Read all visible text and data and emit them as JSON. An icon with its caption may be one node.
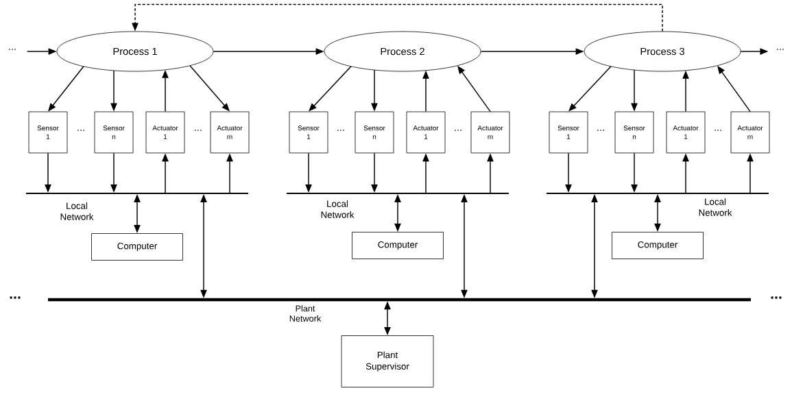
{
  "diagram": {
    "nodes": [
      {
        "text": [
          "Process 1"
        ]
      },
      {
        "text": [
          "Sensor 1"
        ]
      },
      {
        "text": [
          "Sensor n"
        ]
      },
      {
        "text": [
          "Actuator 1"
        ]
      },
      {
        "text": [
          "Actuator m"
        ]
      },
      {
        "text": [],
        "shape": "bar",
        "beside": [
          "Local Network"
        ]
      },
      {
        "text": [
          "Computer"
        ]
      },
      {
        "text": [
          "Process 2"
        ]
      },
      {
        "text": [
          "Sensor 1"
        ]
      },
      {
        "text": [
          "Sensor n"
        ]
      },
      {
        "text": [
          "Actuator 1"
        ]
      },
      {
        "text": [
          "Actuator m"
        ]
      },
      {
        "text": [],
        "shape": "bar",
        "beside": [
          "Local Network"
        ]
      },
      {
        "text": [
          "Computer"
        ]
      },
      {
        "text": [
          "Process 3"
        ]
      },
      {
        "text": [
          "Sensor 1"
        ]
      },
      {
        "text": [
          "Sensor n"
        ]
      },
      {
        "text": [
          "Actuator 1"
        ]
      },
      {
        "text": [
          "Actuator m"
        ]
      },
      {
        "text": [],
        "shape": "bar",
        "beside": [
          "Local Network"
        ]
      },
      {
        "text": [
          "Computer"
        ]
      },
      {
        "text": [],
        "shape": "bar",
        "beside": [
          "Plant Network"
        ]
      },
      {
        "text": [
          "Plant Supervisor"
        ]
      }
    ],
    "edges": [
      {
        "from": null,
        "to": 0,
        "arrow": "to"
      },
      {
        "from": 0,
        "to": 7,
        "arrow": "to"
      },
      {
        "from": 7,
        "to": 14,
        "arrow": "to"
      },
      {
        "from": 14,
        "to": null,
        "arrow": "to"
      },
      {
        "from": 14,
        "to": 0,
        "arrow": "to",
        "style": "dashed"
      },
      {
        "from": 0,
        "to": 1,
        "arrow": "to"
      },
      {
        "from": 0,
        "to": 2,
        "arrow": "to"
      },
      {
        "from": 3,
        "to": 0,
        "arrow": "to"
      },
      {
        "from": 0,
        "to": 4,
        "arrow": "to"
      },
      {
        "from": 1,
        "to": 5,
        "arrow": "to"
      },
      {
        "from": 2,
        "to": 5,
        "arrow": "to"
      },
      {
        "from": 5,
        "to": 3,
        "arrow": "to"
      },
      {
        "from": 5,
        "to": 4,
        "arrow": "to"
      },
      {
        "from": 5,
        "to": 6,
        "arrow": "both"
      },
      {
        "from": 5,
        "to": 21,
        "arrow": "both"
      },
      {
        "from": 7,
        "to": 8,
        "arrow": "to"
      },
      {
        "from": 7,
        "to": 9,
        "arrow": "to"
      },
      {
        "from": 10,
        "to": 7,
        "arrow": "to"
      },
      {
        "from": 11,
        "to": 7,
        "arrow": "to"
      },
      {
        "from": 8,
        "to": 12,
        "arrow": "to"
      },
      {
        "from": 9,
        "to": 12,
        "arrow": "to"
      },
      {
        "from": 12,
        "to": 10,
        "arrow": "to"
      },
      {
        "from": 12,
        "to": 11,
        "arrow": "to"
      },
      {
        "from": 12,
        "to": 13,
        "arrow": "both"
      },
      {
        "from": 12,
        "to": 21,
        "arrow": "both"
      },
      {
        "from": 14,
        "to": 15,
        "arrow": "to"
      },
      {
        "from": 14,
        "to": 16,
        "arrow": "to"
      },
      {
        "from": 17,
        "to": 14,
        "arrow": "to"
      },
      {
        "from": 18,
        "to": 14,
        "arrow": "to"
      },
      {
        "from": 15,
        "to": 19,
        "arrow": "to"
      },
      {
        "from": 16,
        "to": 19,
        "arrow": "to"
      },
      {
        "from": 19,
        "to": 17,
        "arrow": "to"
      },
      {
        "from": 19,
        "to": 18,
        "arrow": "to"
      },
      {
        "from": 19,
        "to": 20,
        "arrow": "both"
      },
      {
        "from": 19,
        "to": 21,
        "arrow": "both"
      },
      {
        "from": 21,
        "to": 22,
        "arrow": "both"
      }
    ],
    "labels": [
      "...",
      "...",
      "...",
      "...",
      "...",
      "...",
      "...",
      "...",
      "...",
      "..."
    ]
  }
}
